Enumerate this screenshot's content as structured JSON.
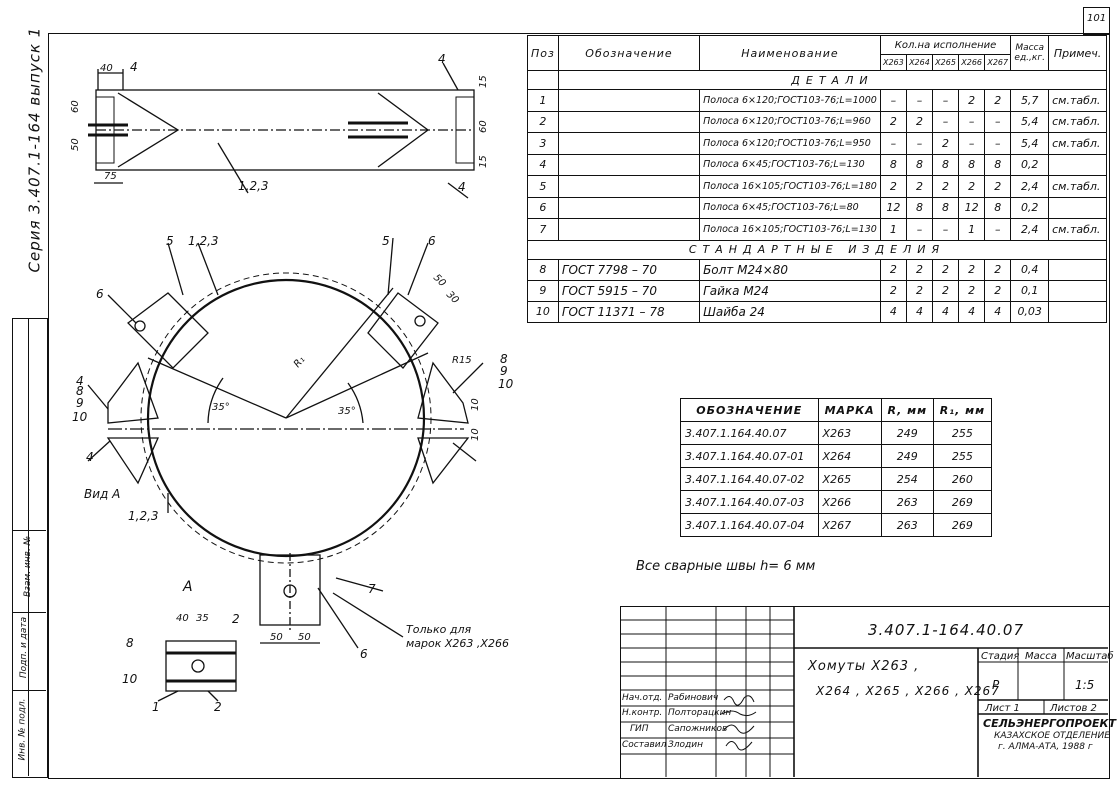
{
  "page_number": "101",
  "side_stamp": {
    "series": "Серия 3.407.1-164 выпуск 1",
    "inv_no": "Инв. № подл.",
    "sign_date": "Подп. и дата",
    "replace_inv": "Взам. инв. №"
  },
  "drawing": {
    "dims": {
      "d40": "40",
      "d60": "60",
      "d75": "75",
      "d15a": "15",
      "d15b": "15",
      "d60b": "60",
      "d50": "50",
      "d50b": "50",
      "d30": "30",
      "r15": "R15",
      "r1": "R₁",
      "d10a": "10",
      "d10b": "10",
      "d35a": "35°",
      "d35b": "35°",
      "d50c": "50",
      "d50d": "50",
      "d40b": "40",
      "d35c": "35"
    },
    "callouts": {
      "c4a": "4",
      "c4b": "4",
      "c4c": "4",
      "c4d": "4",
      "c4e": "4",
      "c5a": "5",
      "c5b": "5",
      "c123a": "1,2,3",
      "c123b": "1,2,3",
      "c123c": "1,2,3",
      "c6a": "6",
      "c6b": "6",
      "c6c": "6",
      "c7": "7",
      "c8a": "8",
      "c9a": "9",
      "c10a": "10",
      "c8b": "8",
      "c9b": "9",
      "c10b": "10",
      "c8c": "8",
      "c10c": "10",
      "c1": "1",
      "c2a": "2",
      "c2b": "2"
    },
    "view_a": "Вид А",
    "section_a": "А",
    "note_only": "Только для",
    "note_marks": "марок Х263 ,Х266"
  },
  "spec": {
    "headers": {
      "pos": "Поз",
      "designation": "Обозначение",
      "name": "Наименование",
      "qty_group": "Кол.на исполнение",
      "mass": "Масса ед.,кг.",
      "note": "Примеч."
    },
    "variants": [
      "Х263",
      "Х264",
      "Х265",
      "Х266",
      "Х267"
    ],
    "section_details": "ДЕТАЛИ",
    "section_standard": "СТАНДАРТНЫЕ ИЗДЕЛИЯ",
    "details": [
      {
        "pos": "1",
        "designation": "",
        "name": "Полоса 6×120;ГОСТ103-76;L=1000",
        "q": [
          "–",
          "–",
          "–",
          "2",
          "2"
        ],
        "mass": "5,7",
        "note": "см.табл."
      },
      {
        "pos": "2",
        "designation": "",
        "name": "Полоса 6×120;ГОСТ103-76;L=960",
        "q": [
          "2",
          "2",
          "–",
          "–",
          "–"
        ],
        "mass": "5,4",
        "note": "см.табл."
      },
      {
        "pos": "3",
        "designation": "",
        "name": "Полоса 6×120;ГОСТ103-76;L=950",
        "q": [
          "–",
          "–",
          "2",
          "–",
          "–"
        ],
        "mass": "5,4",
        "note": "см.табл."
      },
      {
        "pos": "4",
        "designation": "",
        "name": "Полоса 6×45;ГОСТ103-76;L=130",
        "q": [
          "8",
          "8",
          "8",
          "8",
          "8"
        ],
        "mass": "0,2",
        "note": ""
      },
      {
        "pos": "5",
        "designation": "",
        "name": "Полоса 16×105;ГОСТ103-76;L=180",
        "q": [
          "2",
          "2",
          "2",
          "2",
          "2"
        ],
        "mass": "2,4",
        "note": "см.табл."
      },
      {
        "pos": "6",
        "designation": "",
        "name": "Полоса 6×45;ГОСТ103-76;L=80",
        "q": [
          "12",
          "8",
          "8",
          "12",
          "8"
        ],
        "mass": "0,2",
        "note": ""
      },
      {
        "pos": "7",
        "designation": "",
        "name": "Полоса 16×105;ГОСТ103-76;L=130",
        "q": [
          "1",
          "–",
          "–",
          "1",
          "–"
        ],
        "mass": "2,4",
        "note": "см.табл."
      }
    ],
    "standard": [
      {
        "pos": "8",
        "designation": "ГОСТ 7798 – 70",
        "name": "Болт М24×80",
        "q": [
          "2",
          "2",
          "2",
          "2",
          "2"
        ],
        "mass": "0,4",
        "note": ""
      },
      {
        "pos": "9",
        "designation": "ГОСТ 5915 – 70",
        "name": "Гайка М24",
        "q": [
          "2",
          "2",
          "2",
          "2",
          "2"
        ],
        "mass": "0,1",
        "note": ""
      },
      {
        "pos": "10",
        "designation": "ГОСТ 11371 – 78",
        "name": "Шайба 24",
        "q": [
          "4",
          "4",
          "4",
          "4",
          "4"
        ],
        "mass": "0,03",
        "note": ""
      }
    ]
  },
  "marks_table": {
    "headers": [
      "ОБОЗНАЧЕНИЕ",
      "МАРКА",
      "R, мм",
      "R₁, мм"
    ],
    "rows": [
      [
        "3.407.1.164.40.07",
        "Х263",
        "249",
        "255"
      ],
      [
        "3.407.1.164.40.07-01",
        "Х264",
        "249",
        "255"
      ],
      [
        "3.407.1.164.40.07-02",
        "Х265",
        "254",
        "260"
      ],
      [
        "3.407.1.164.40.07-03",
        "Х266",
        "263",
        "269"
      ],
      [
        "3.407.1.164.40.07-04",
        "Х267",
        "263",
        "269"
      ]
    ]
  },
  "weld_note": "Все сварные швы h= 6 мм",
  "title_block": {
    "doc_number": "3.407.1-164.40.07",
    "title_line1": "Хомуты Х263 ,",
    "title_line2": "Х264 , Х265 , Х266 , Х267",
    "stage_label": "Стадия",
    "mass_label": "Масса",
    "scale_label": "Масштаб",
    "stage": "Р",
    "scale": "1:5",
    "sheet": "Лист 1",
    "sheets": "Листов 2",
    "org": "СЕЛЬЭНЕРГОПРОЕКТ",
    "org_dept": "КАЗАХСКОЕ ОТДЕЛЕНИЕ",
    "org_city": "г. АЛМА-АТА, 1988 г",
    "roles": [
      {
        "role": "Нач.отд.",
        "name": "Рабинович"
      },
      {
        "role": "Н.контр.",
        "name": "Полторацкин"
      },
      {
        "role": "ГИП",
        "name": "Сапожников"
      },
      {
        "role": "Составил",
        "name": "Злодин"
      }
    ]
  }
}
